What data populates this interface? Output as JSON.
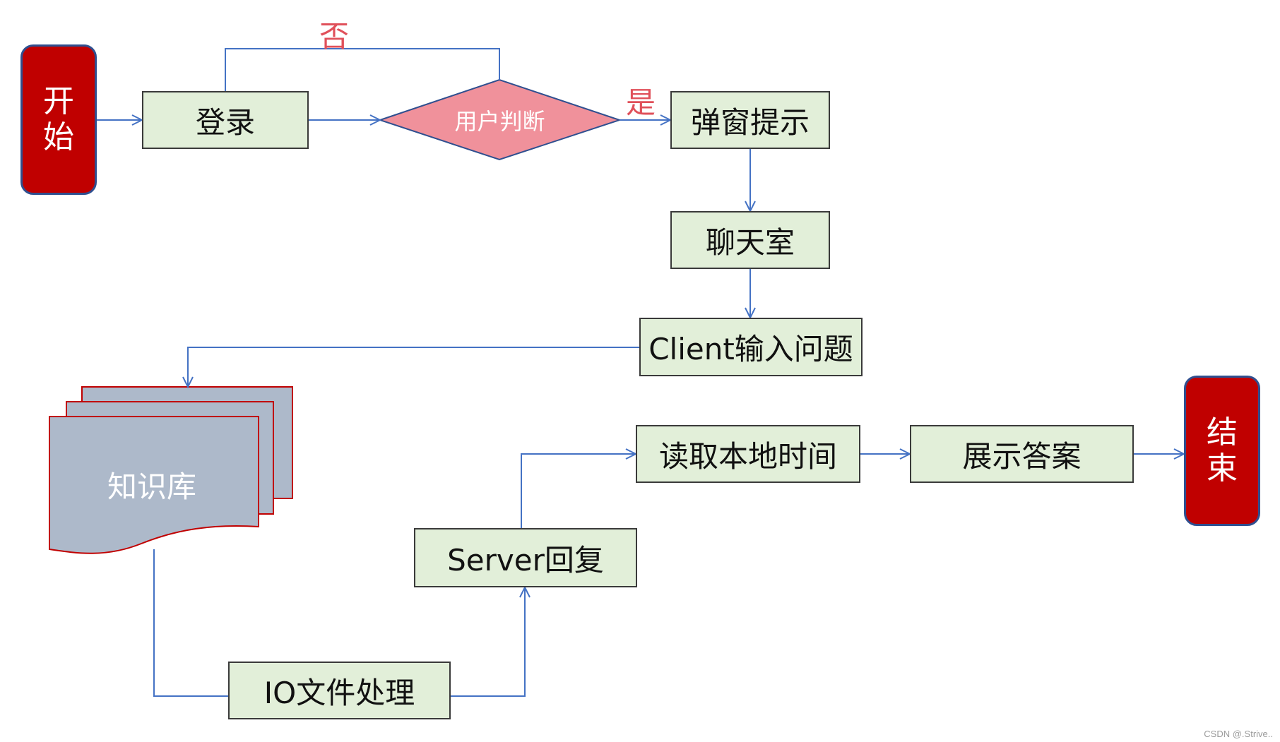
{
  "nodes": {
    "start": [
      "开",
      "始"
    ],
    "end": [
      "结",
      "束"
    ],
    "login": "登录",
    "user_check": "用户判断",
    "popup": "弹窗提示",
    "chatroom": "聊天室",
    "client_input": "Client输入问题",
    "knowledge_base": "知识库",
    "io_process": "IO文件处理",
    "server_reply": "Server回复",
    "read_time": "读取本地时间",
    "show_answer": "展示答案"
  },
  "edge_labels": {
    "no": "否",
    "yes": "是"
  },
  "watermark": "CSDN @.Strive..",
  "colors": {
    "terminal_fill": "#c00000",
    "process_fill": "#e2efd9",
    "decision_fill": "#f0919b",
    "database_fill": "#adb9ca",
    "database_border": "#c00000",
    "connector": "#4472c4",
    "branch_label": "#e0505a"
  }
}
